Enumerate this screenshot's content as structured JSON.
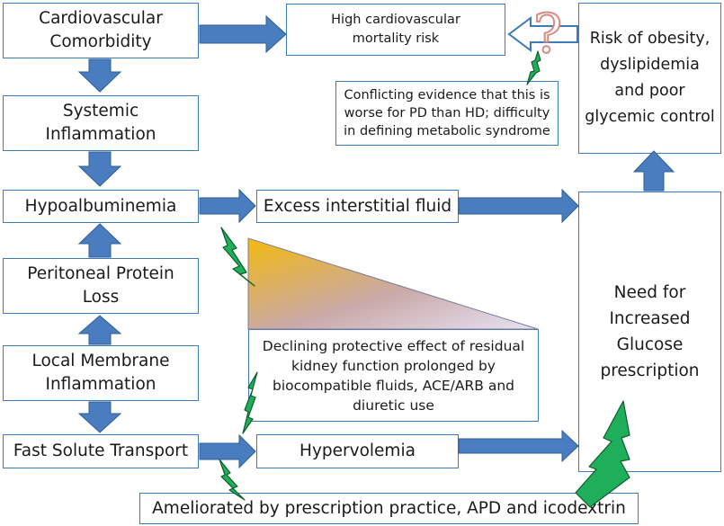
{
  "nodes": {
    "cardio": "Cardiovascular Comorbidity",
    "mortality": "High cardiovascular mortality risk",
    "risk": "Risk of obesity, dyslipidemia and poor glycemic control",
    "conflicting": "Conflicting evidence that this is worse for PD than HD; difficulty in defining metabolic syndrome",
    "systemic": "Systemic Inflammation",
    "hypoalb": "Hypoalbuminemia",
    "excess": "Excess interstitial fluid",
    "protein": "Peritoneal Protein Loss",
    "local": "Local Membrane Inflammation",
    "fast": "Fast Solute Transport",
    "hypervol": "Hypervolemia",
    "declining": "Declining protective effect of residual kidney function prolonged by biocompatible fluids, ACE/ARB and diuretic use",
    "need": "Need for Increased Glucose prescription",
    "ameliorated": "Ameliorated by prescription practice, APD and icodextrin"
  },
  "question_mark": "?",
  "colors": {
    "box_border": "#3f7ab8",
    "arrow_fill": "#4a7dc0",
    "arrow_stroke": "#2f5e93",
    "lightning_fill": "#1fae5a",
    "lightning_stroke": "#0d5c2c",
    "wedge_top": "#f2b90f",
    "wedge_end": "#e7e2f3",
    "question_mark": "#d98b80"
  },
  "icons": [
    "block-arrow-icon",
    "hollow-arrow-icon",
    "lightning-bolt-icon",
    "question-mark-icon",
    "gradient-wedge"
  ]
}
